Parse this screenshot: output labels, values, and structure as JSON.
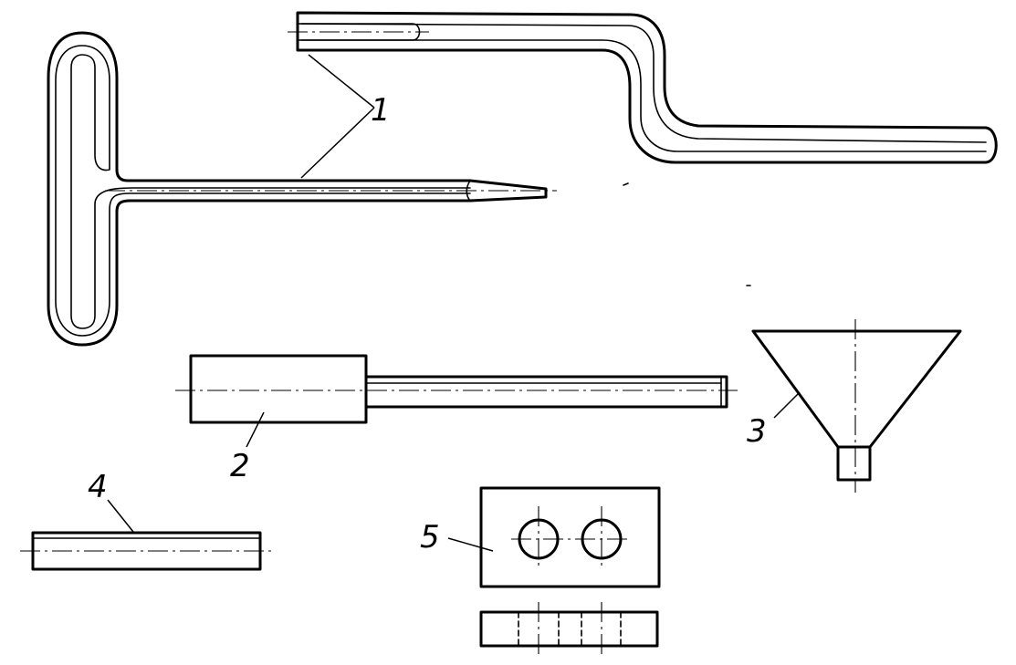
{
  "labels": {
    "tool_1": "1",
    "tool_2": "2",
    "tool_3": "3",
    "tool_4": "4",
    "tool_5": "5"
  },
  "colors": {
    "ink": "#000000",
    "paper": "#ffffff"
  }
}
